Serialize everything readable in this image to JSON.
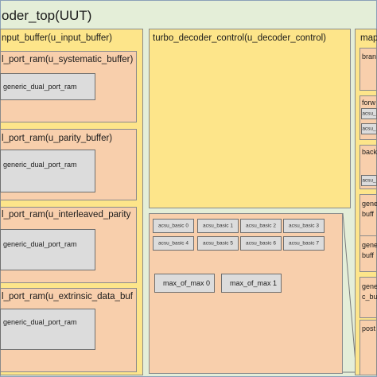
{
  "top": {
    "title": "oder_top(UUT)"
  },
  "input_buffer": {
    "title": "nput_buffer(u_input_buffer)",
    "rams": [
      {
        "title": "l_port_ram(u_systematic_buffer)",
        "inner": "generic_dual_port_ram"
      },
      {
        "title": "l_port_ram(u_parity_buffer)",
        "inner": "generic_dual_port_ram"
      },
      {
        "title": "l_port_ram(u_interleaved_parity",
        "inner": "generic_dual_port_ram"
      },
      {
        "title": "l_port_ram(u_extrinsic_data_buf",
        "inner": "generic_dual_port_ram"
      }
    ]
  },
  "decoder_control": {
    "title": "turbo_decoder_control(u_decoder_control)"
  },
  "acsu": {
    "cells": [
      "acsu_basic 0",
      "acsu_basic 1",
      "acsu_basic 2",
      "acsu_basic 3",
      "acsu_basic 4",
      "acsu_basic 5",
      "acsu_basic 6",
      "acsu_basic 7"
    ],
    "max": [
      "max_of_max 0",
      "max_of_max 1"
    ]
  },
  "map": {
    "title": "map",
    "rows": [
      "bran",
      "forw",
      "back",
      "gene buff",
      "gene buff",
      "gene c_bu",
      "post"
    ],
    "fwd_small": [
      "acsu_",
      "acsu_"
    ],
    "back_small": [
      "acsu_"
    ]
  }
}
